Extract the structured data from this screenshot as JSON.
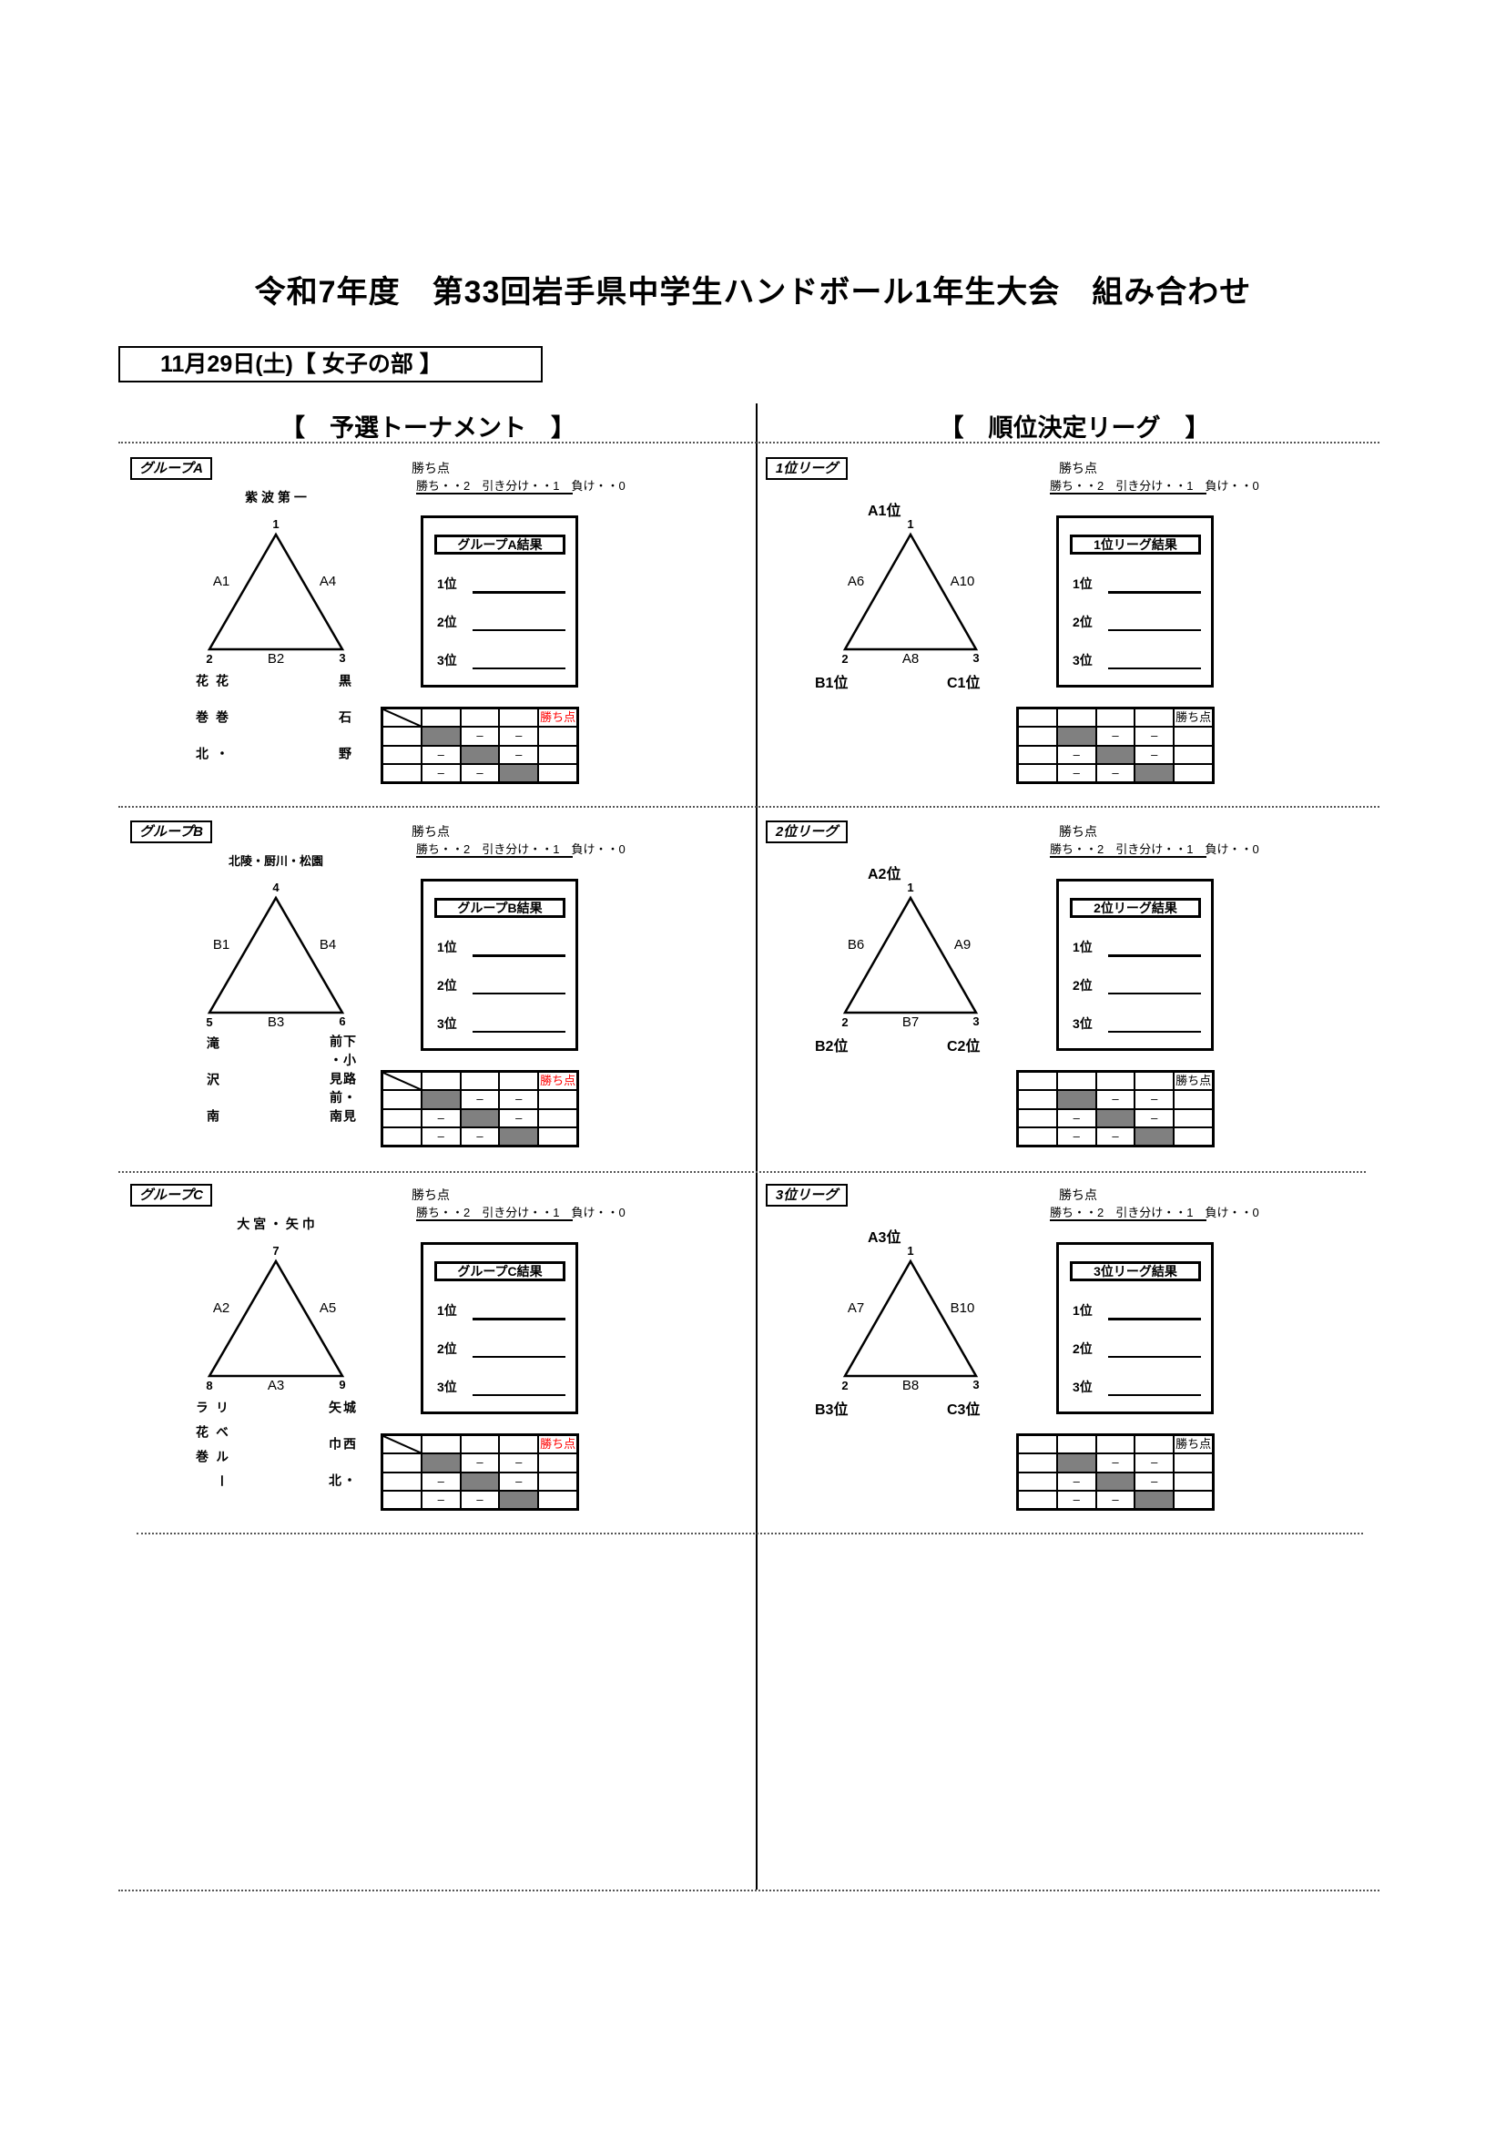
{
  "title": "令和7年度　第33回岩手県中学生ハンドボール1年生大会　組み合わせ",
  "date_label": "11月29日(土)【 女子の部 】",
  "headers": {
    "prelim": "【　予選トーナメント　】",
    "league": "【　順位決定リーグ　】"
  },
  "points": {
    "title": "勝ち点",
    "rule": "勝ち・・2　引き分け・・1　負け・・0"
  },
  "ranks": [
    "1位",
    "2位",
    "3位"
  ],
  "dash": "–",
  "colors": {
    "gray_cell": "#808080",
    "points_header_red": "#ff0000"
  },
  "groups": [
    {
      "label": "グループA",
      "top_team": "紫 波 第 一",
      "left_team": "花巻・花巻北",
      "right_team": "黒石野",
      "vertices": [
        "1",
        "2",
        "3"
      ],
      "edges": {
        "left": "A1",
        "right": "A4",
        "bottom": "B2"
      },
      "result_title": "グループA結果",
      "table_points": "勝ち点"
    },
    {
      "label": "グループB",
      "top_team": "北陵・厨川・松園",
      "left_team": "滝沢南",
      "right_team": "下小路・見前・見前南",
      "vertices": [
        "4",
        "5",
        "6"
      ],
      "edges": {
        "left": "B1",
        "right": "B4",
        "bottom": "B3"
      },
      "result_title": "グループB結果",
      "table_points": "勝ち点"
    },
    {
      "label": "グループC",
      "top_team": "大 宮 ・ 矢 巾",
      "left_team": "リベルーラ花巻",
      "right_team": "城西・矢巾北",
      "vertices": [
        "7",
        "8",
        "9"
      ],
      "edges": {
        "left": "A2",
        "right": "A5",
        "bottom": "A3"
      },
      "result_title": "グループC結果",
      "table_points": "勝ち点"
    }
  ],
  "leagues": [
    {
      "label": "1位リーグ",
      "top_team": "A1位",
      "left_team": "B1位",
      "right_team": "C1位",
      "vertices": [
        "1",
        "2",
        "3"
      ],
      "edges": {
        "left": "A6",
        "right": "A10",
        "bottom": "A8"
      },
      "result_title": "1位リーグ結果",
      "table_points": "勝ち点"
    },
    {
      "label": "2位リーグ",
      "top_team": "A2位",
      "left_team": "B2位",
      "right_team": "C2位",
      "vertices": [
        "1",
        "2",
        "3"
      ],
      "edges": {
        "left": "B6",
        "right": "A9",
        "bottom": "B7"
      },
      "result_title": "2位リーグ結果",
      "table_points": "勝ち点"
    },
    {
      "label": "3位リーグ",
      "top_team": "A3位",
      "left_team": "B3位",
      "right_team": "C3位",
      "vertices": [
        "1",
        "2",
        "3"
      ],
      "edges": {
        "left": "A7",
        "right": "B10",
        "bottom": "B8"
      },
      "result_title": "3位リーグ結果",
      "table_points": "勝ち点"
    }
  ]
}
